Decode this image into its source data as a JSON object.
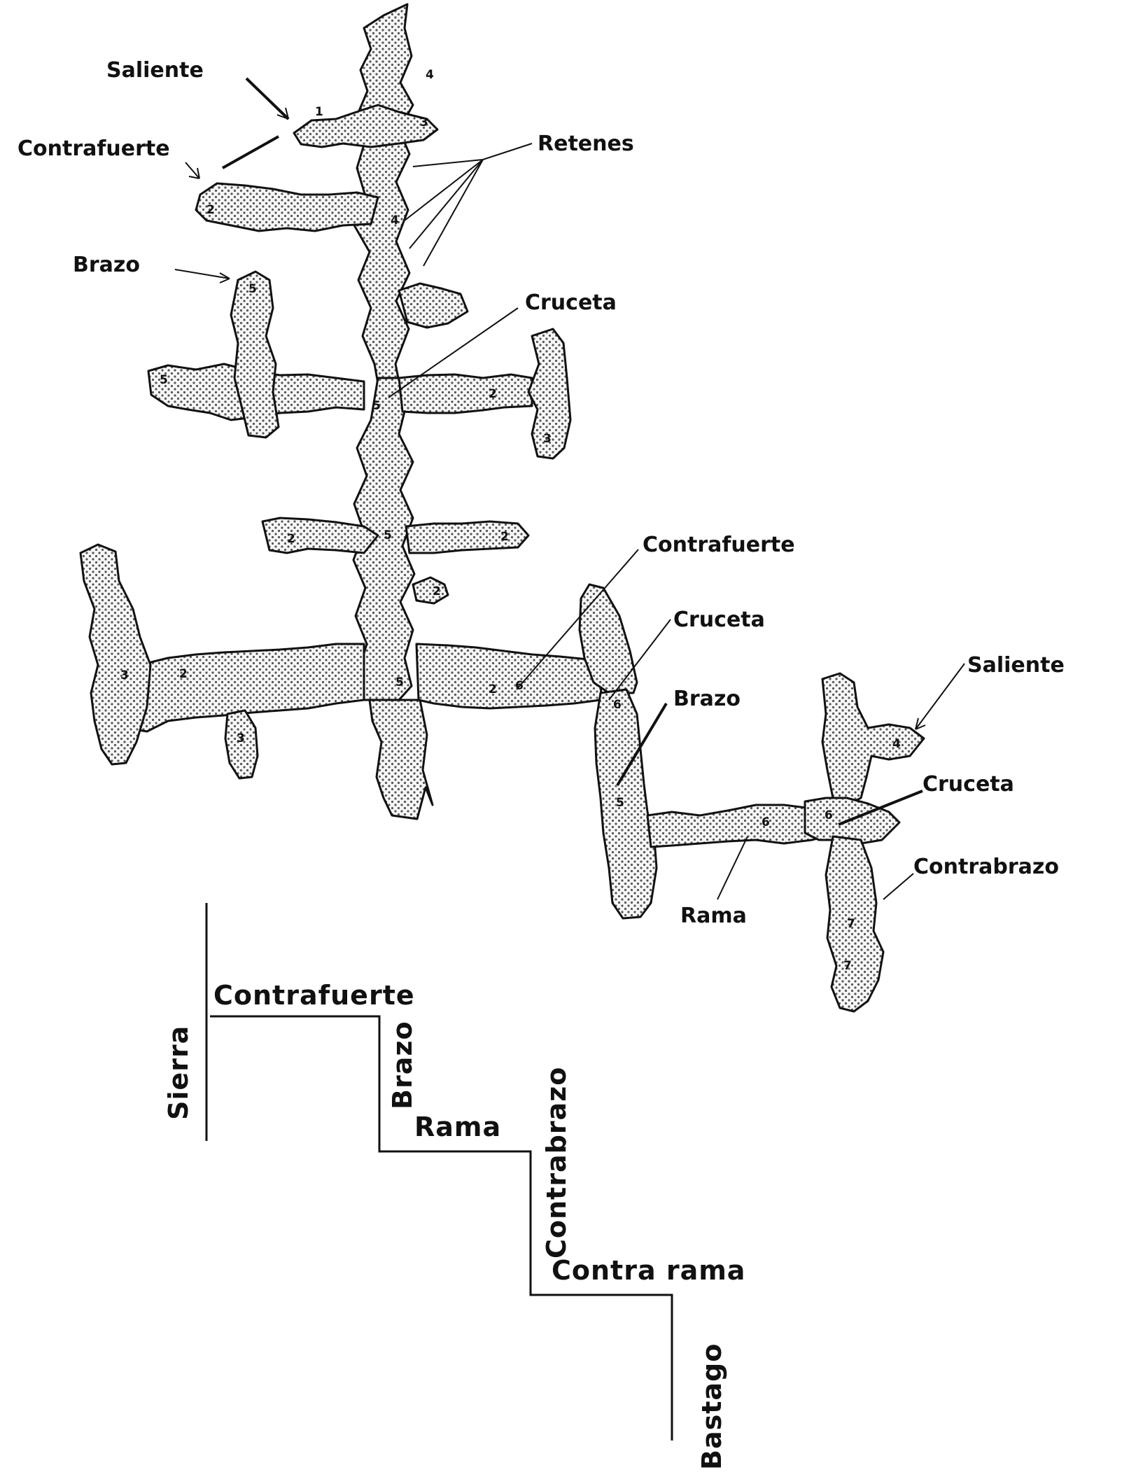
{
  "diagram": {
    "labels": {
      "saliente_top": "Saliente",
      "contrafuerte_top": "Contrafuerte",
      "retenes": "Retenes",
      "brazo_top": "Brazo",
      "cruceta_top": "Cruceta",
      "contrafuerte_mid": "Contrafuerte",
      "cruceta_mid": "Cruceta",
      "saliente_right": "Saliente",
      "brazo_mid": "Brazo",
      "cruceta_right": "Cruceta",
      "contrabrazo_right": "Contrabrazo",
      "rama": "Rama"
    },
    "numbers": {
      "n1": "1",
      "n2": "2",
      "n3": "3",
      "n4": "4",
      "n5": "5",
      "n6": "6",
      "n7": "7"
    }
  },
  "hierarchy": {
    "sierra": "Sierra",
    "contrafuerte": "Contrafuerte",
    "brazo": "Brazo",
    "rama": "Rama",
    "contrabrazo": "Contrabrazo",
    "contrarama": "Contra rama",
    "bastago": "Bastago"
  }
}
